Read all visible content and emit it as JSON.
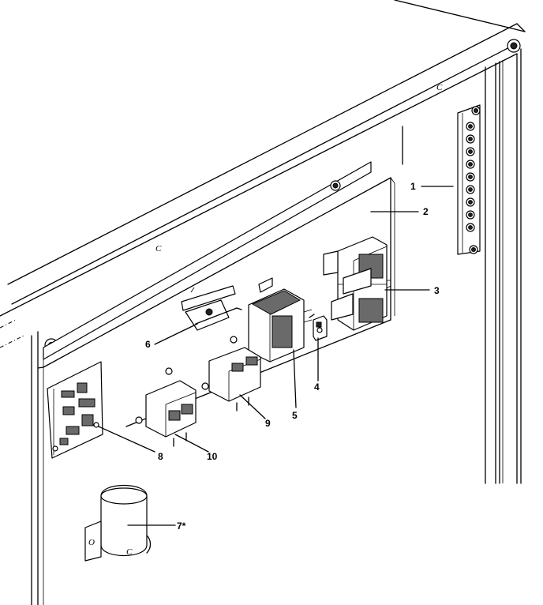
{
  "labels": {
    "l1": "1",
    "l2": "2",
    "l3": "3",
    "l4": "4",
    "l5": "5",
    "l6": "6",
    "l7": "7*",
    "l8": "8",
    "l9": "9",
    "l10": "10",
    "c_top": "C",
    "c_mid": "C",
    "c_low": "C"
  }
}
